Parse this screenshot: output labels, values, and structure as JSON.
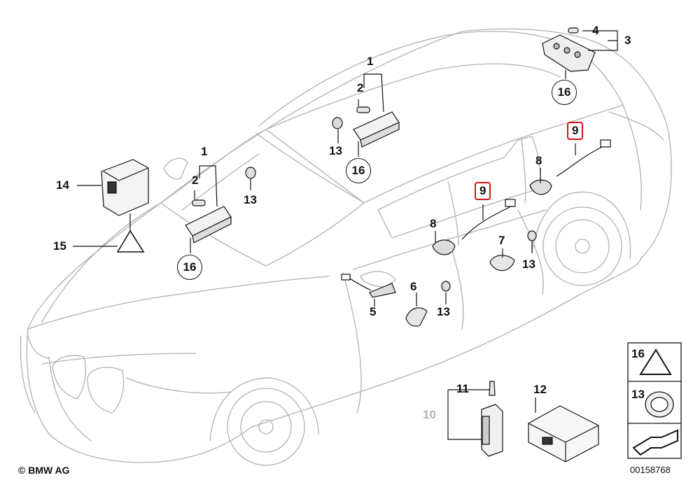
{
  "diagram": {
    "callouts": [
      {
        "id": "c1a",
        "text": "1"
      },
      {
        "id": "c2a",
        "text": "2"
      },
      {
        "id": "c13a",
        "text": "13"
      },
      {
        "id": "c16a",
        "text": "16"
      },
      {
        "id": "c1b",
        "text": "1"
      },
      {
        "id": "c2b",
        "text": "2"
      },
      {
        "id": "c13b",
        "text": "13"
      },
      {
        "id": "c16b",
        "text": "16"
      },
      {
        "id": "c14",
        "text": "14"
      },
      {
        "id": "c15",
        "text": "15"
      },
      {
        "id": "c4",
        "text": "4"
      },
      {
        "id": "c3",
        "text": "3"
      },
      {
        "id": "c16c",
        "text": "16"
      },
      {
        "id": "c9a",
        "text": "9"
      },
      {
        "id": "c8a",
        "text": "8"
      },
      {
        "id": "c9b",
        "text": "9"
      },
      {
        "id": "c8b",
        "text": "8"
      },
      {
        "id": "c7",
        "text": "7"
      },
      {
        "id": "c13c",
        "text": "13"
      },
      {
        "id": "c6",
        "text": "6"
      },
      {
        "id": "c13d",
        "text": "13"
      },
      {
        "id": "c5",
        "text": "5"
      },
      {
        "id": "c11",
        "text": "11"
      },
      {
        "id": "c10",
        "text": "10"
      },
      {
        "id": "c12",
        "text": "12"
      }
    ],
    "legend": {
      "item16": "16",
      "item13": "13"
    },
    "copyright": "© BMW AG",
    "drawing_number": "00158768",
    "colors": {
      "line": "#b0b0b0",
      "ink": "#111111",
      "highlight": "#dd1111",
      "muted": "#b3b3b3"
    }
  }
}
